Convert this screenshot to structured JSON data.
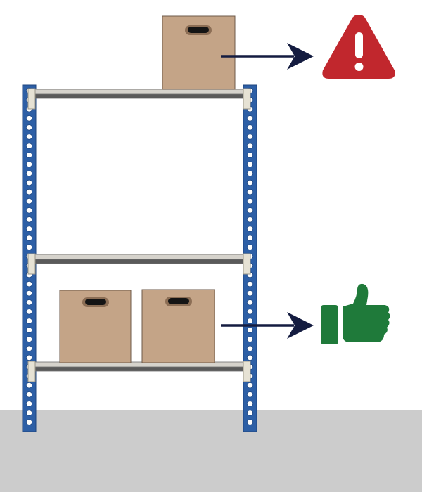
{
  "scene": {
    "description_role": "shelf-storage-safety-diagram",
    "colors": {
      "background": "#ffffff",
      "floor": "#cccccc",
      "upright": "#2d5fa6",
      "upright_edge": "#1e467f",
      "upright_hole": "#ffffff",
      "shelf_top": "#d6d3cc",
      "shelf_front": "#5a5a5a",
      "shelf_edge": "#6f6f6f",
      "bracket": "#e6e2d4",
      "box": "#c4a487",
      "box_edge": "#6e5a48",
      "box_handle": "#141414",
      "box_handle_rim": "#8c6e55",
      "arrow": "#141c40",
      "warning": "#c1272d",
      "warning_mark": "#ffffff",
      "approval": "#1f7a3a"
    },
    "icons": {
      "warning": "warning-triangle-icon",
      "approval": "thumbs-up-icon"
    },
    "shelves": [
      {
        "name": "top-shelf",
        "boxes": 1,
        "status": "unsafe"
      },
      {
        "name": "middle-shelf",
        "boxes": 0,
        "status": "empty"
      },
      {
        "name": "bottom-shelf",
        "boxes": 2,
        "status": "safe"
      }
    ]
  }
}
